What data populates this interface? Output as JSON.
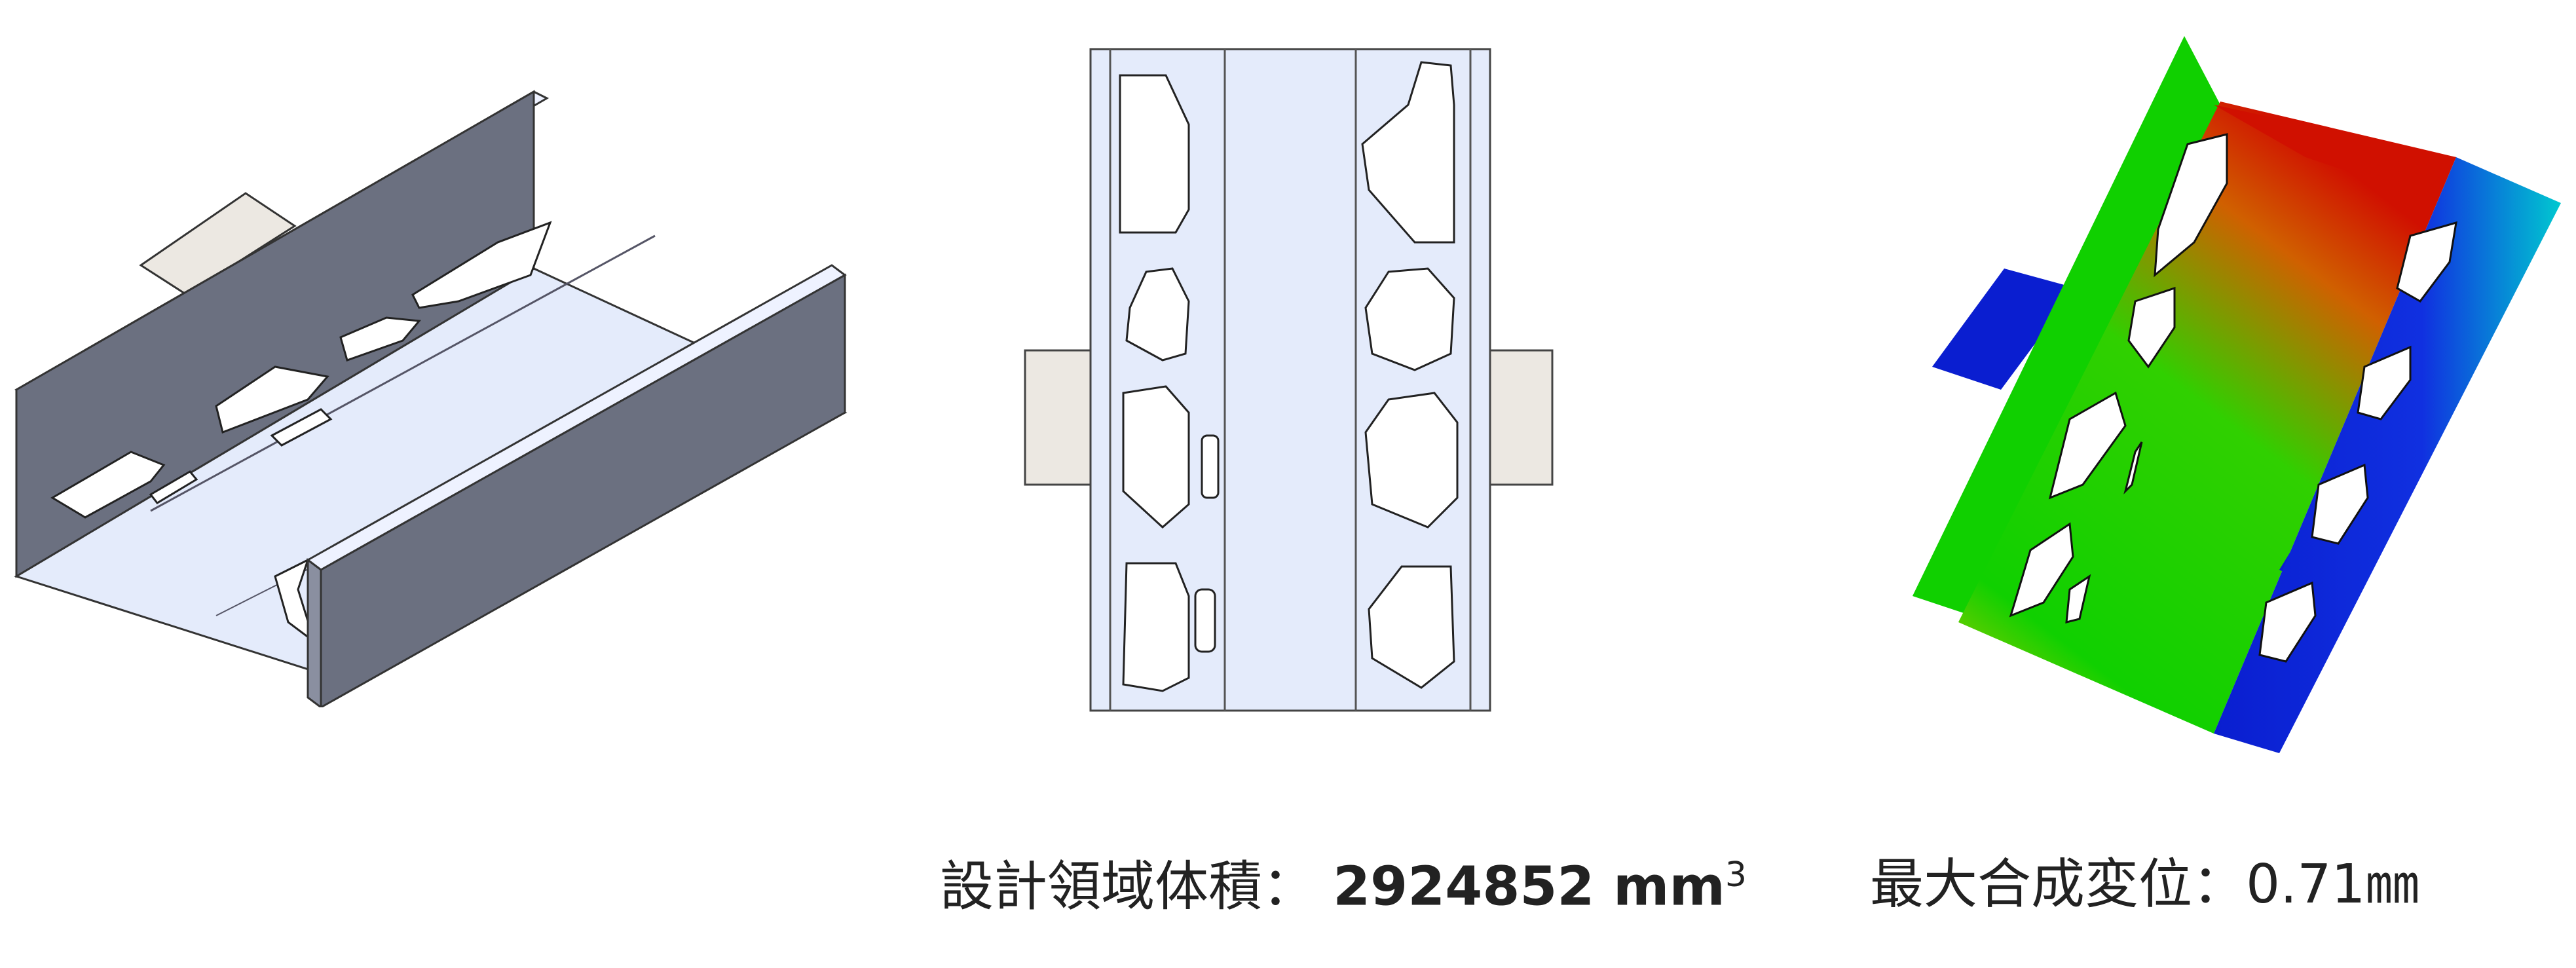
{
  "captions": {
    "volume_label": "設計領域体積：",
    "volume_value": "2924852 mm",
    "volume_sup": "3",
    "displacement_label": "最大合成変位：",
    "displacement_value": "0.71㎜"
  },
  "colors": {
    "plate_top": "#e4ebfb",
    "plate_side": "#6b7080",
    "tab": "#ece8e2",
    "outline": "#1a1a1a",
    "stress_low": "#0a1ed0",
    "stress_mid": "#10d000",
    "stress_high": "#d01000"
  },
  "panels": [
    {
      "view": "isometric"
    },
    {
      "view": "top"
    },
    {
      "view": "displacement-contour"
    }
  ]
}
